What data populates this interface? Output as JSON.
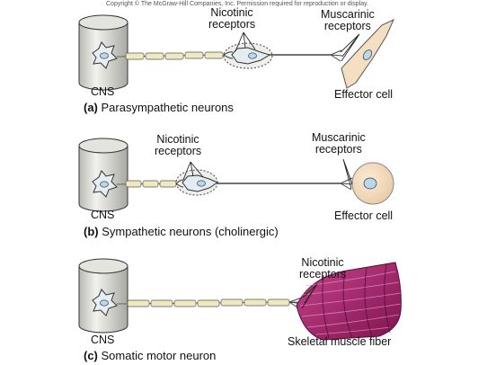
{
  "copyright": "Copyright © The McGraw-Hill Companies, Inc. Permission required for reproduction or display.",
  "colors": {
    "neuron_body": "#e9e9e3",
    "axon_segment": "#efe9bf",
    "cell_nucleus": "#b9d8ee",
    "effector_cell": "#f4dfc3",
    "muscle_fiber": "#a3226f"
  },
  "panels": [
    {
      "cns_label": "CNS",
      "caption_letter": "(a)",
      "caption_text": " Parasympathetic neurons",
      "ganglion_receptor_label": "Nicotinic\nreceptors",
      "target_receptor_label": "Muscarinic\nreceptors",
      "target_label": "Effector cell"
    },
    {
      "cns_label": "CNS",
      "caption_letter": "(b)",
      "caption_text": " Sympathetic neurons (cholinergic)",
      "ganglion_receptor_label": "Nicotinic\nreceptors",
      "target_receptor_label": "Muscarinic\nreceptors",
      "target_label": "Effector cell"
    },
    {
      "cns_label": "CNS",
      "caption_letter": "(c)",
      "caption_text": " Somatic motor neuron",
      "target_receptor_label": "Nicotinic\nreceptors",
      "target_label": "Skeletal muscle fiber"
    }
  ]
}
